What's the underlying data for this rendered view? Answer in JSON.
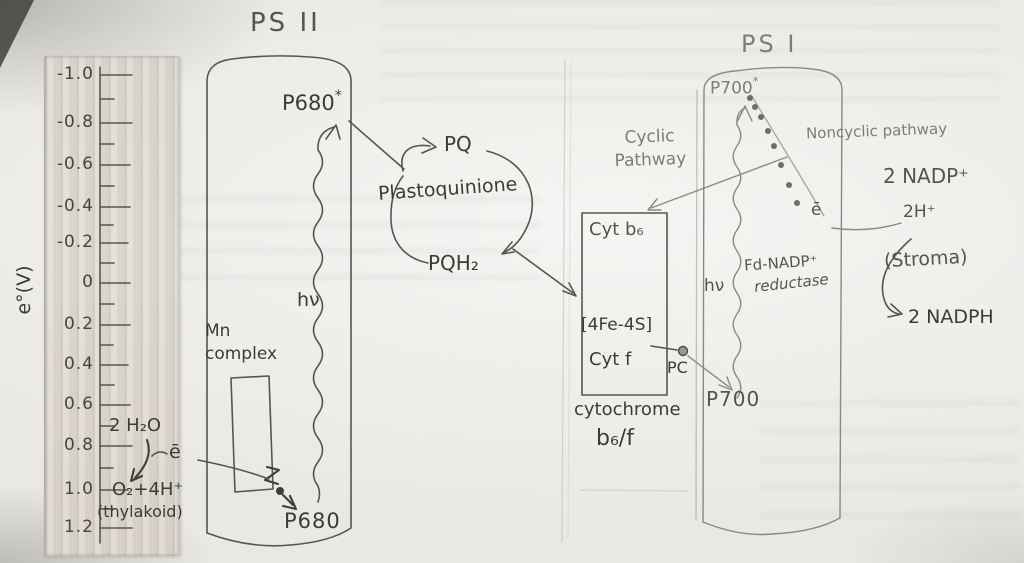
{
  "axis": {
    "label": "e°(V)",
    "ticks": [
      "-1.0",
      "-0.8",
      "-0.6",
      "-0.4",
      "-0.2",
      "0",
      "0.2",
      "0.4",
      "0.6",
      "0.8",
      "1.0",
      "1.2"
    ]
  },
  "ps2": {
    "title": "PS II",
    "p680_excited": "P680",
    "star": "*",
    "hv": "hν",
    "mn_complex": "Mn\ncomplex",
    "p680_ground": "P680",
    "water": "2 H₂O",
    "electron": "ē",
    "oxygen": "O₂+4H⁺",
    "thylakoid": "(thylakoid)"
  },
  "pq_cycle": {
    "pq": "PQ",
    "name": "Plastoquinione",
    "pqh2": "PQH₂"
  },
  "cytochrome": {
    "cyclic_pathway": "Cyclic\nPathway",
    "cyt_b6": "Cyt b₆",
    "fe_s": "[4Fe-4S]",
    "cyt_f": "Cyt f",
    "name_line1": "cytochrome",
    "name_line2": "b₆/f",
    "pc": "PC"
  },
  "ps1": {
    "title": "PS I",
    "p700_excited": "P700",
    "star": "*",
    "p700_ground": "P700",
    "hv": "hν",
    "fd_nadp": "Fd-NADP⁺",
    "reductase": "reductase"
  },
  "noncyclic": {
    "label": "Noncyclic pathway",
    "nadp": "2 NADP⁺",
    "protons": "2H⁺",
    "electron": "ē",
    "stroma": "(Stroma)",
    "nadph": "2 NADPH"
  },
  "colors": {
    "pencil_dark": "#3c3b35",
    "pencil": "#55554e",
    "pencil_light": "#7e7e75",
    "paper": "#e9e8e4"
  }
}
